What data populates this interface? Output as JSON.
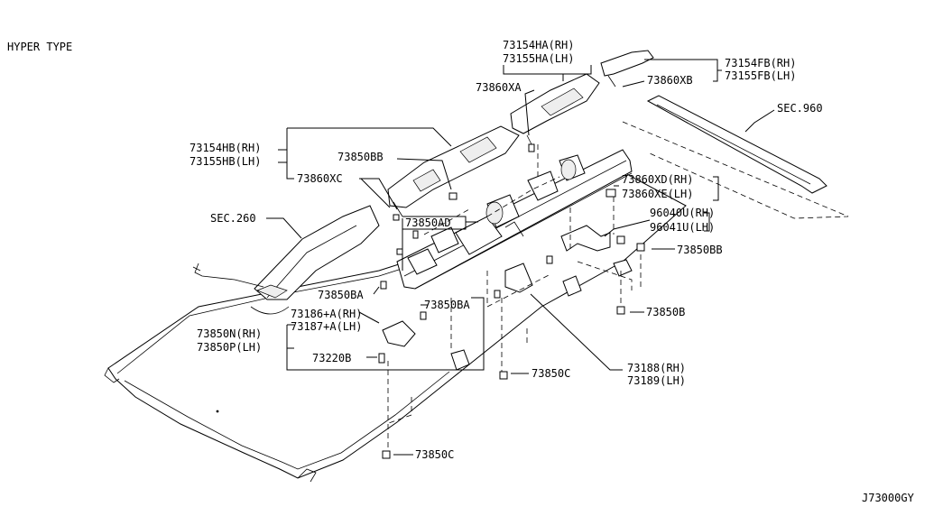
{
  "header": {
    "variant_label": "HYPER TYPE"
  },
  "footer": {
    "diagram_code": "J73000GY"
  },
  "labels": {
    "p73154HA": "73154HA(RH)",
    "p73155HA": "73155HA(LH)",
    "p73860XA": "73860XA",
    "p73154FB": "73154FB(RH)",
    "p73155FB": "73155FB(LH)",
    "p73860XB": "73860XB",
    "sec960": "SEC.960",
    "p73154HB": "73154HB(RH)",
    "p73155HB": "73155HB(LH)",
    "p73850BB_top": "73850BB",
    "p73860XC": "73860XC",
    "sec260": "SEC.260",
    "p73850AD": "73850AD",
    "p73860XD": "73860XD(RH)",
    "p73860XE": "73860XE(LH)",
    "p96040U": "96040U(RH)",
    "p96041U": "96041U(LH)",
    "p73850BB_right": "73850BB",
    "p73850BA_left": "73850BA",
    "p73850BA_mid": "73850BA",
    "p73186A": "73186+A(RH)",
    "p73187A": "73187+A(LH)",
    "p73850N": "73850N(RH)",
    "p73850P": "73850P(LH)",
    "p73850B": "73850B",
    "p73220B": "73220B",
    "p73850C_mid": "73850C",
    "p73188": "73188(RH)",
    "p73189": "73189(LH)",
    "p73850C_bottom": "73850C"
  }
}
